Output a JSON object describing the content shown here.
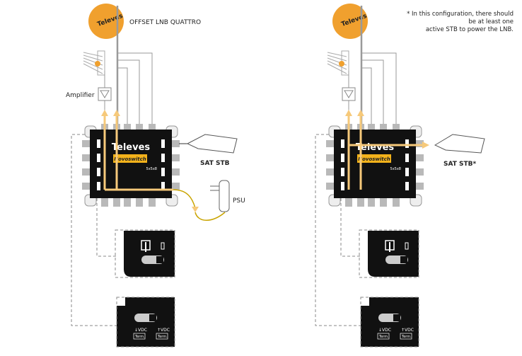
{
  "left": {
    "lnb_label": "OFFSET LNB QUATTRO",
    "amplifier_label": "Amplifier",
    "stb_label": "SAT STB",
    "psu_label": "PSU"
  },
  "right": {
    "stb_label": "SAT STB*",
    "note_lines": [
      "* In this configuration, there should",
      "be at least one",
      "active STB to power the LNB."
    ]
  },
  "device": {
    "brand": "Televes",
    "product_prefix": "Novo",
    "product_suffix": "switch",
    "model": "5x5x8",
    "dip_voltage_label": "VDC",
    "dip_term_label": "Term."
  },
  "colors": {
    "dish": "#f0a02e",
    "signal_arrow": "#f6c97a",
    "switch_body": "#111111",
    "connector": "#b9b9b9",
    "cable": "#9a9a9a",
    "dashed": "#8a8a8a",
    "label_yellow": "#f3b21b"
  }
}
